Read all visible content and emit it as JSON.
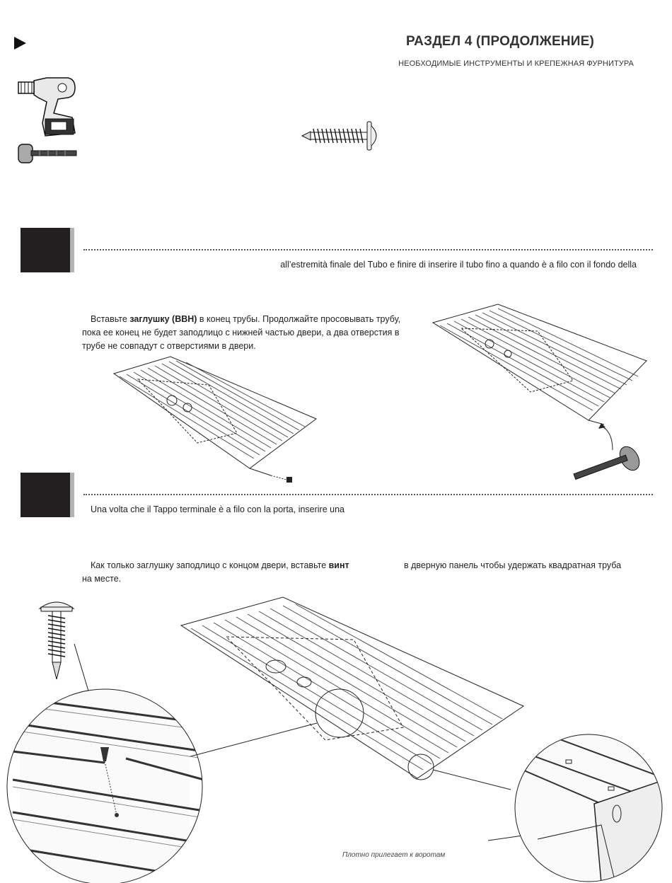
{
  "header": {
    "title": "РАЗДЕЛ 4 (ПРОДОЛЖЕНИЕ)",
    "subtitle": "НЕОБХОДИМЫЕ ИНСТРУМЕНТЫ И КРЕПЕЖНАЯ ФУРНИТУРА"
  },
  "tools": {
    "drill_icon": "drill-icon",
    "mallet_icon": "mallet-icon",
    "screw_icon": "screw-icon"
  },
  "step1": {
    "italian_text": "all’estremità finale del Tubo e finire di inserire il tubo fino a quando è a filo con il fondo della",
    "text_prefix": "Вставьте ",
    "text_bold": "заглушку (BBH)",
    "text_rest": " в конец трубы. Продолжайте просовывать трубу, пока ее конец не будет заподлицо с нижней частью двери, а два отверстия в трубе не совпадут с отверстиями в двери."
  },
  "step2": {
    "italian_text": "Una volta che il Tappo terminale è a filo con la porta, inserire una",
    "text_prefix": "Как только заглушку заподлицо с концом двери, вставьте ",
    "text_bold": "винт",
    "text_rest": "в дверную панель чтобы удержать квадратная труба",
    "text_line2": "на месте.",
    "caption": "Плотно прилегает к воротам"
  },
  "colors": {
    "step_box": "#231f20",
    "step_box_edge": "#b3b3b3",
    "text": "#222222"
  }
}
